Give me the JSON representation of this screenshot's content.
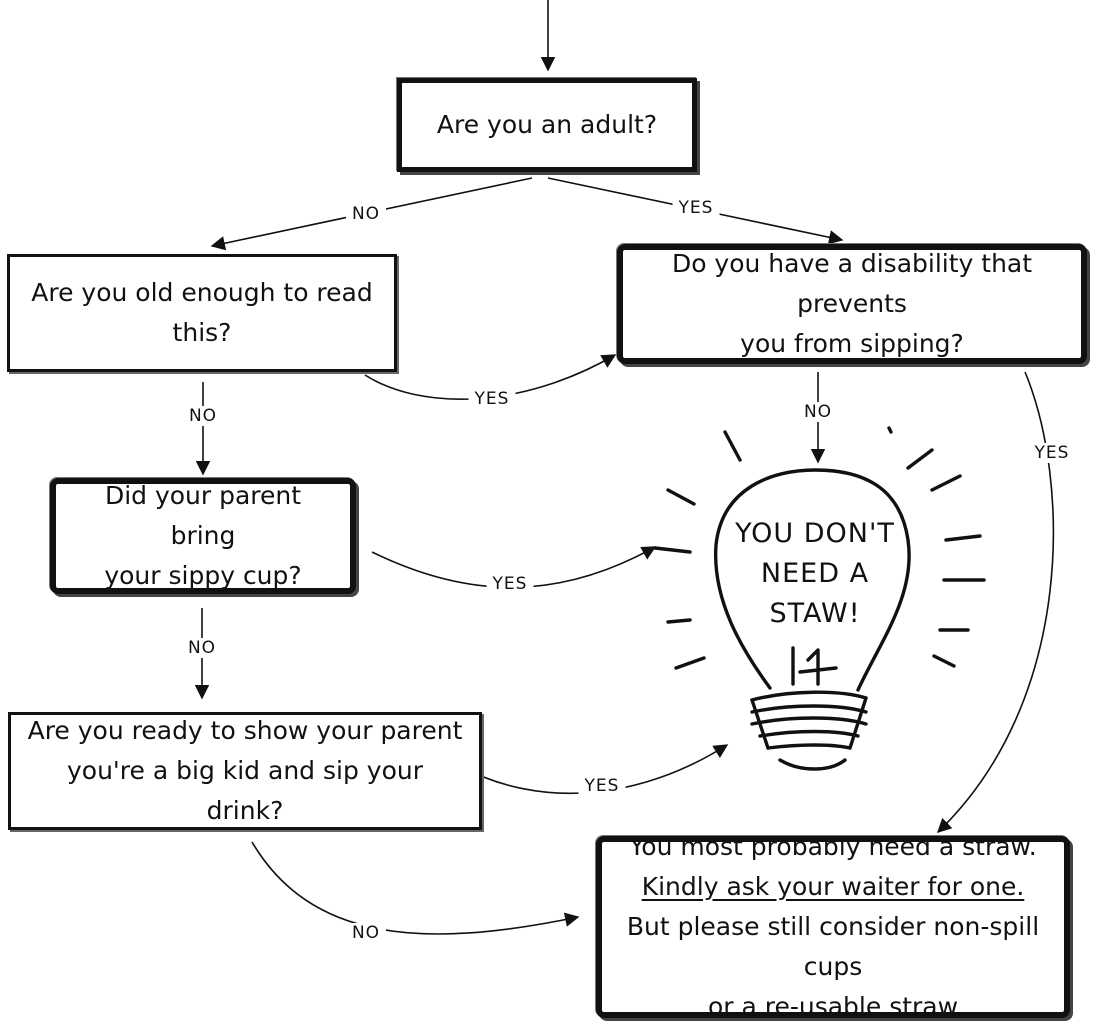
{
  "nodes": {
    "adult": "Are you an adult?",
    "old_enough": [
      "Are you old enough to read",
      "this?"
    ],
    "disability": [
      "Do you have a disability that prevents",
      "you from sipping?"
    ],
    "sippy": [
      "Did your parent bring",
      "your sippy cup?"
    ],
    "ready": [
      "Are you ready to show your parent",
      "you're a big kid and sip your drink?"
    ],
    "straw": {
      "line1": "You most probably need a straw.",
      "line2": "Kindly ask your waiter for one.",
      "line3": "But please still consider non-spill cups",
      "line4": "or a re-usable straw"
    }
  },
  "bulb": {
    "lines": [
      "YOU DON'T",
      "NEED A",
      "STAW!"
    ]
  },
  "edge_labels": {
    "adult_no": "NO",
    "adult_yes": "YES",
    "old_yes": "YES",
    "old_no": "NO",
    "disability_no": "NO",
    "disability_yes": "YES",
    "sippy_yes": "YES",
    "sippy_no": "NO",
    "ready_yes": "YES",
    "ready_no": "NO"
  }
}
